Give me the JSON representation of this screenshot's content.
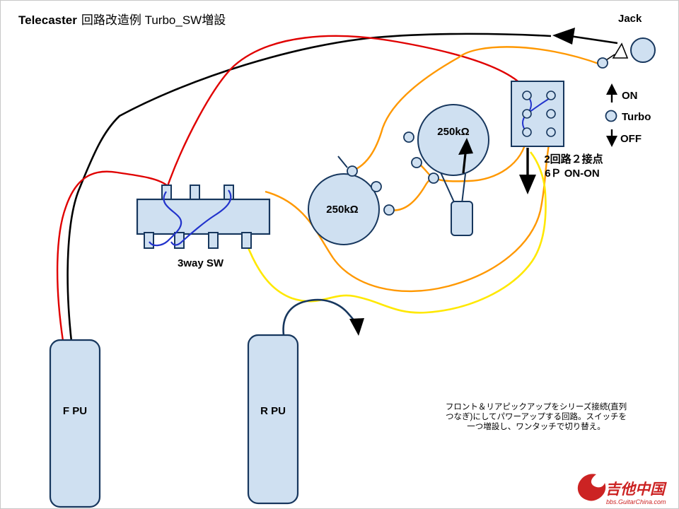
{
  "title": {
    "en": "Telecaster",
    "ja": "回路改造例 Turbo_SW増設"
  },
  "jack": {
    "label": "Jack"
  },
  "turbo_switch": {
    "on": "ON",
    "turbo": "Turbo",
    "off": "OFF",
    "desc1": "2回路２接点",
    "desc2": "6Ｐ ON-ON"
  },
  "pots": {
    "right": "250kΩ",
    "left": "250kΩ"
  },
  "selector": {
    "label": "3way SW"
  },
  "pickups": {
    "front": "F PU",
    "rear": "R PU"
  },
  "note": {
    "line1": "フロント＆リアピックアップをシリーズ接続(直列",
    "line2": "つなぎ)にしてパワーアップする回路。スイッチを",
    "line3": "一つ増設し、ワンタッチで切り替え。"
  },
  "watermark": {
    "name": "吉他中国",
    "site": "bbs.GuitarChina.com"
  },
  "colors": {
    "component_fill": "#cfe0f1",
    "component_stroke": "#17375e",
    "wire_black": "#000000",
    "wire_red": "#e00000",
    "wire_orange": "#ff9800",
    "wire_yellow": "#ffe800",
    "wire_blue": "#2233cc",
    "wire_navy": "#17375e",
    "watermark_red": "#cc2323"
  }
}
